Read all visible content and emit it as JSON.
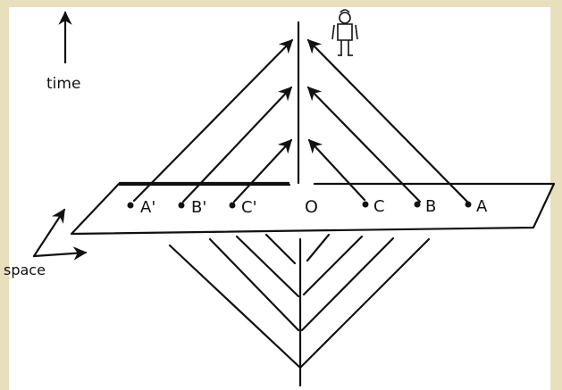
{
  "labels": {
    "time": "time",
    "space": "space",
    "origin": "O",
    "points_left": [
      "A'",
      "B'",
      "C'"
    ],
    "points_right": [
      "C",
      "B",
      "A"
    ]
  },
  "colors": {
    "ink": "#111111",
    "background": "#ffffff",
    "border": "#e8e0bd"
  },
  "icons": {
    "observer": "person-icon"
  }
}
